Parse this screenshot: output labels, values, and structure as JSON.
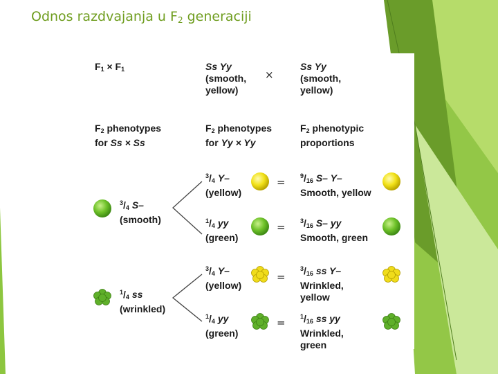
{
  "slide": {
    "title_main": "Odnos razdvajanja u F",
    "title_sub": "2",
    "title_end": " generaciji"
  },
  "diagram": {
    "cross": {
      "f1": "F",
      "f1_sub": "1",
      "times": "×",
      "parent1_genotype": "Ss Yy",
      "parent1_pheno1": "(smooth,",
      "parent1_pheno2": "yellow)",
      "parent2_genotype": "Ss Yy",
      "parent2_pheno1": "(smooth,",
      "parent2_pheno2": "yellow)"
    },
    "headers": {
      "col1_a": "F",
      "col1_sub": "2",
      "col1_b": " phenotypes",
      "col1_line2_a": "for ",
      "col1_line2_cross": "Ss × Ss",
      "col2_a": "F",
      "col2_sub": "2",
      "col2_b": " phenotypes",
      "col2_line2_a": "for ",
      "col2_line2_cross": "Yy × Yy",
      "col3_a": "F",
      "col3_sub": "2",
      "col3_b": " phenotypic",
      "col3_line2": "proportions"
    },
    "shape_groups": [
      {
        "num": "3",
        "den": "4",
        "genotype": "S–",
        "label": "(smooth)",
        "pea": "smooth-green"
      },
      {
        "num": "1",
        "den": "4",
        "genotype": "ss",
        "label": "(wrinkled)",
        "pea": "wrinkled-green"
      }
    ],
    "rows": [
      {
        "c_num": "3",
        "c_den": "4",
        "c_geno": "Y–",
        "c_label": "(yellow)",
        "equals": "=",
        "p_num": "9",
        "p_den": "16",
        "p_geno": "S– Y–",
        "p_lines": [
          "Smooth, yellow"
        ],
        "pea": "smooth-yellow"
      },
      {
        "c_num": "1",
        "c_den": "4",
        "c_geno": "yy",
        "c_label": "(green)",
        "equals": "=",
        "p_num": "3",
        "p_den": "16",
        "p_geno": "S– yy",
        "p_lines": [
          "Smooth, green"
        ],
        "pea": "smooth-green"
      },
      {
        "c_num": "3",
        "c_den": "4",
        "c_geno": "Y–",
        "c_label": "(yellow)",
        "equals": "=",
        "p_num": "3",
        "p_den": "16",
        "p_geno": "ss Y–",
        "p_lines": [
          "Wrinkled,",
          "yellow"
        ],
        "pea": "wrinkled-yellow"
      },
      {
        "c_num": "1",
        "c_den": "4",
        "c_geno": "yy",
        "c_label": "(green)",
        "equals": "=",
        "p_num": "1",
        "p_den": "16",
        "p_geno": "ss yy",
        "p_lines": [
          "Wrinkled,",
          "green"
        ],
        "pea": "wrinkled-green"
      }
    ],
    "colors": {
      "pea_yellow": "#f2e21a",
      "pea_green": "#6fc22a",
      "accent_green": "#8dc63f"
    }
  }
}
